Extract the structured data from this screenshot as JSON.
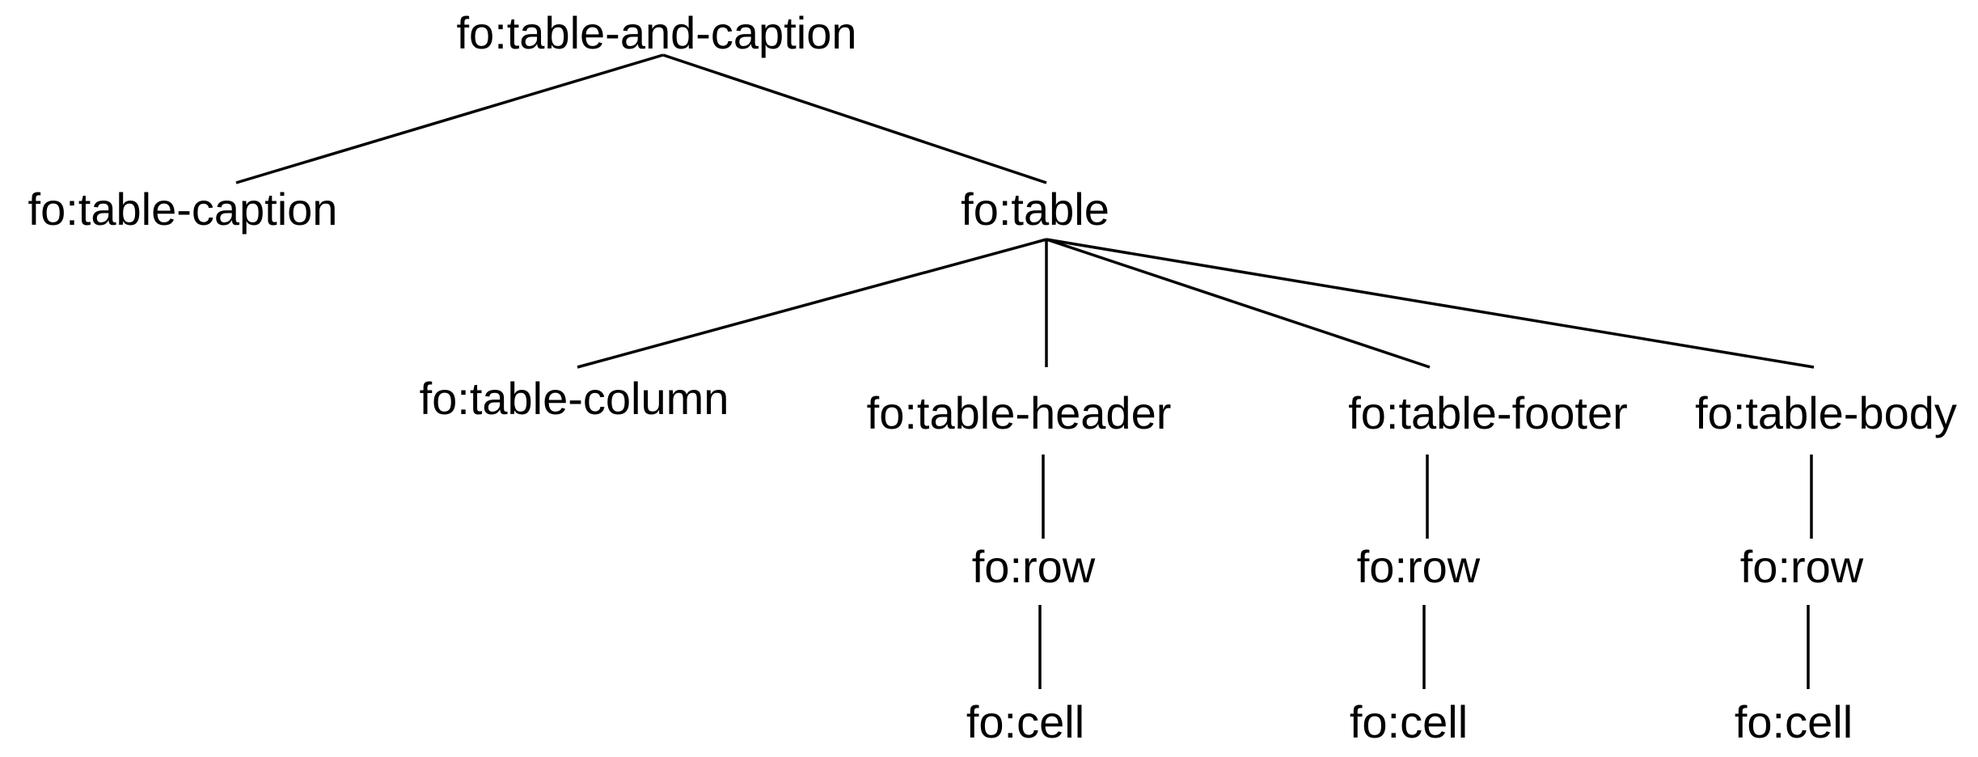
{
  "diagram": {
    "nodes": {
      "table_and_caption": "fo:table-and-caption",
      "table_caption": "fo:table-caption",
      "table": "fo:table",
      "table_column": "fo:table-column",
      "table_header": "fo:table-header",
      "table_footer": "fo:table-footer",
      "table_body": "fo:table-body",
      "header_row": "fo:row",
      "footer_row": "fo:row",
      "body_row": "fo:row",
      "header_cell": "fo:cell",
      "footer_cell": "fo:cell",
      "body_cell": "fo:cell"
    },
    "edges": [
      [
        "table_and_caption",
        "table_caption"
      ],
      [
        "table_and_caption",
        "table"
      ],
      [
        "table",
        "table_column"
      ],
      [
        "table",
        "table_header"
      ],
      [
        "table",
        "table_footer"
      ],
      [
        "table",
        "table_body"
      ],
      [
        "table_header",
        "header_row"
      ],
      [
        "header_row",
        "header_cell"
      ],
      [
        "table_footer",
        "footer_row"
      ],
      [
        "footer_row",
        "footer_cell"
      ],
      [
        "table_body",
        "body_row"
      ],
      [
        "body_row",
        "body_cell"
      ]
    ],
    "colors": {
      "line": "#000000",
      "text": "#000000",
      "background": "#ffffff"
    }
  }
}
